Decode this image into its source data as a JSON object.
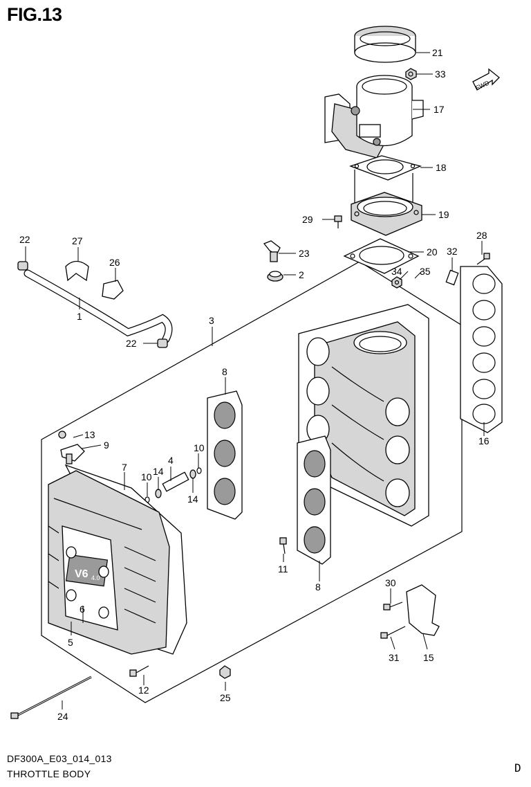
{
  "figure": {
    "title": "FIG.13",
    "code": "DF300A_E03_014_013",
    "name": "THROTTLE BODY",
    "page_letter": "D",
    "fwd_label": "FWD"
  },
  "callouts": {
    "c1": "1",
    "c2": "2",
    "c3": "3",
    "c4": "4",
    "c5": "5",
    "c6": "6",
    "c7": "7",
    "c8a": "8",
    "c8b": "8",
    "c9": "9",
    "c10a": "10",
    "c10b": "10",
    "c11": "11",
    "c12": "12",
    "c13": "13",
    "c14a": "14",
    "c14b": "14",
    "c15": "15",
    "c16": "16",
    "c17": "17",
    "c18": "18",
    "c19": "19",
    "c20": "20",
    "c21": "21",
    "c22a": "22",
    "c22b": "22",
    "c23": "23",
    "c24": "24",
    "c25": "25",
    "c26": "26",
    "c27": "27",
    "c28": "28",
    "c29": "29",
    "c30": "30",
    "c31": "31",
    "c32": "32",
    "c33": "33",
    "c34": "34",
    "c35": "35"
  },
  "cover_marking": {
    "model": "V6",
    "sub": "4.0"
  }
}
